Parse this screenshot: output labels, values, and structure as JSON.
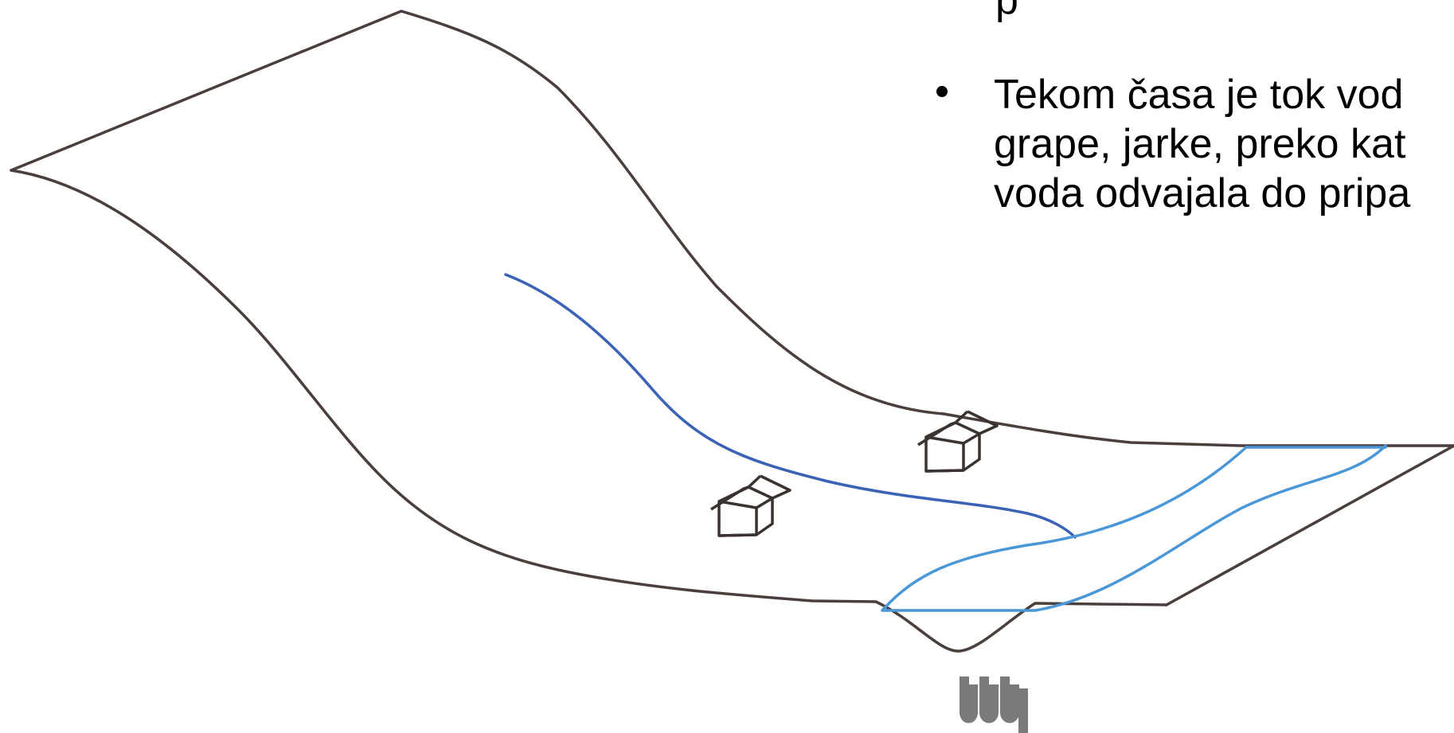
{
  "top_fragment": "p",
  "bullet": {
    "lines": [
      "Tekom časa je tok vod",
      "grape, jarke, preko kat",
      "voda odvajala do pripa"
    ]
  },
  "logo": {
    "name": "watermark-logo",
    "color": "#7a7a7a"
  },
  "colors": {
    "terrain": "#4a3f3c",
    "stream_dark": "#3a62b5",
    "stream_light": "#4a97d8"
  }
}
